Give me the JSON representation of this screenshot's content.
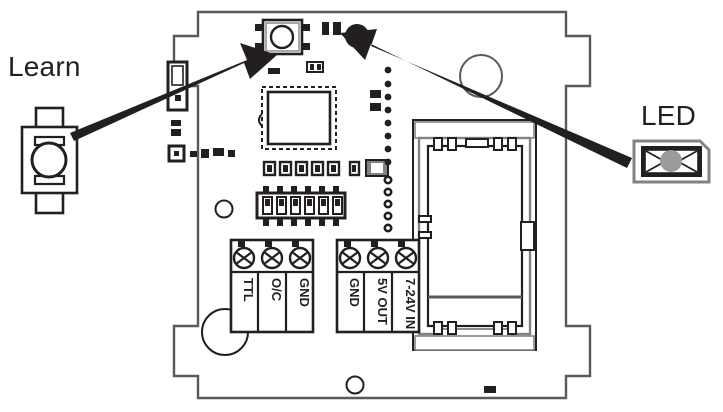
{
  "diagram": {
    "title": "PCB control board callout diagram",
    "subject": "printed circuit board",
    "callouts": [
      {
        "id": "learn",
        "label": "Learn",
        "target": "tactile push button at top of board",
        "icon": "push-button-icon",
        "arrow": "arrow-pointing-up-right"
      },
      {
        "id": "led",
        "label": "LED",
        "target": "status LED at top of board",
        "icon": "led-icon",
        "arrow": "arrow-pointing-up-left"
      }
    ]
  },
  "board": {
    "name": "controller-pcb",
    "outline": "rounded rectangle with stepped notches at all four corners",
    "components": {
      "push_button": "tactile-switch",
      "status_led": "led-smd",
      "microcontroller": "qfp-chip",
      "dip_switch": {
        "name": "dip-switch",
        "positions": 6
      },
      "header_2pin": "pin-header",
      "battery_holder": "battery-holder",
      "mounting_holes": 4,
      "via_column": {
        "filled": 10,
        "rings": 5
      }
    },
    "terminal_blocks": [
      {
        "name": "signal-terminal-block",
        "terminals": [
          {
            "label": "TTL"
          },
          {
            "label": "O/C"
          },
          {
            "label": "GND"
          }
        ]
      },
      {
        "name": "power-terminal-block",
        "terminals": [
          {
            "label": "GND"
          },
          {
            "label": "5V OUT"
          },
          {
            "label": "7-24V IN"
          }
        ]
      }
    ]
  },
  "colors": {
    "ink": "#231f20",
    "board_outline": "#58595b",
    "component_gray": "#808285",
    "led_center": "#9a9a9f",
    "background": "#ffffff"
  }
}
